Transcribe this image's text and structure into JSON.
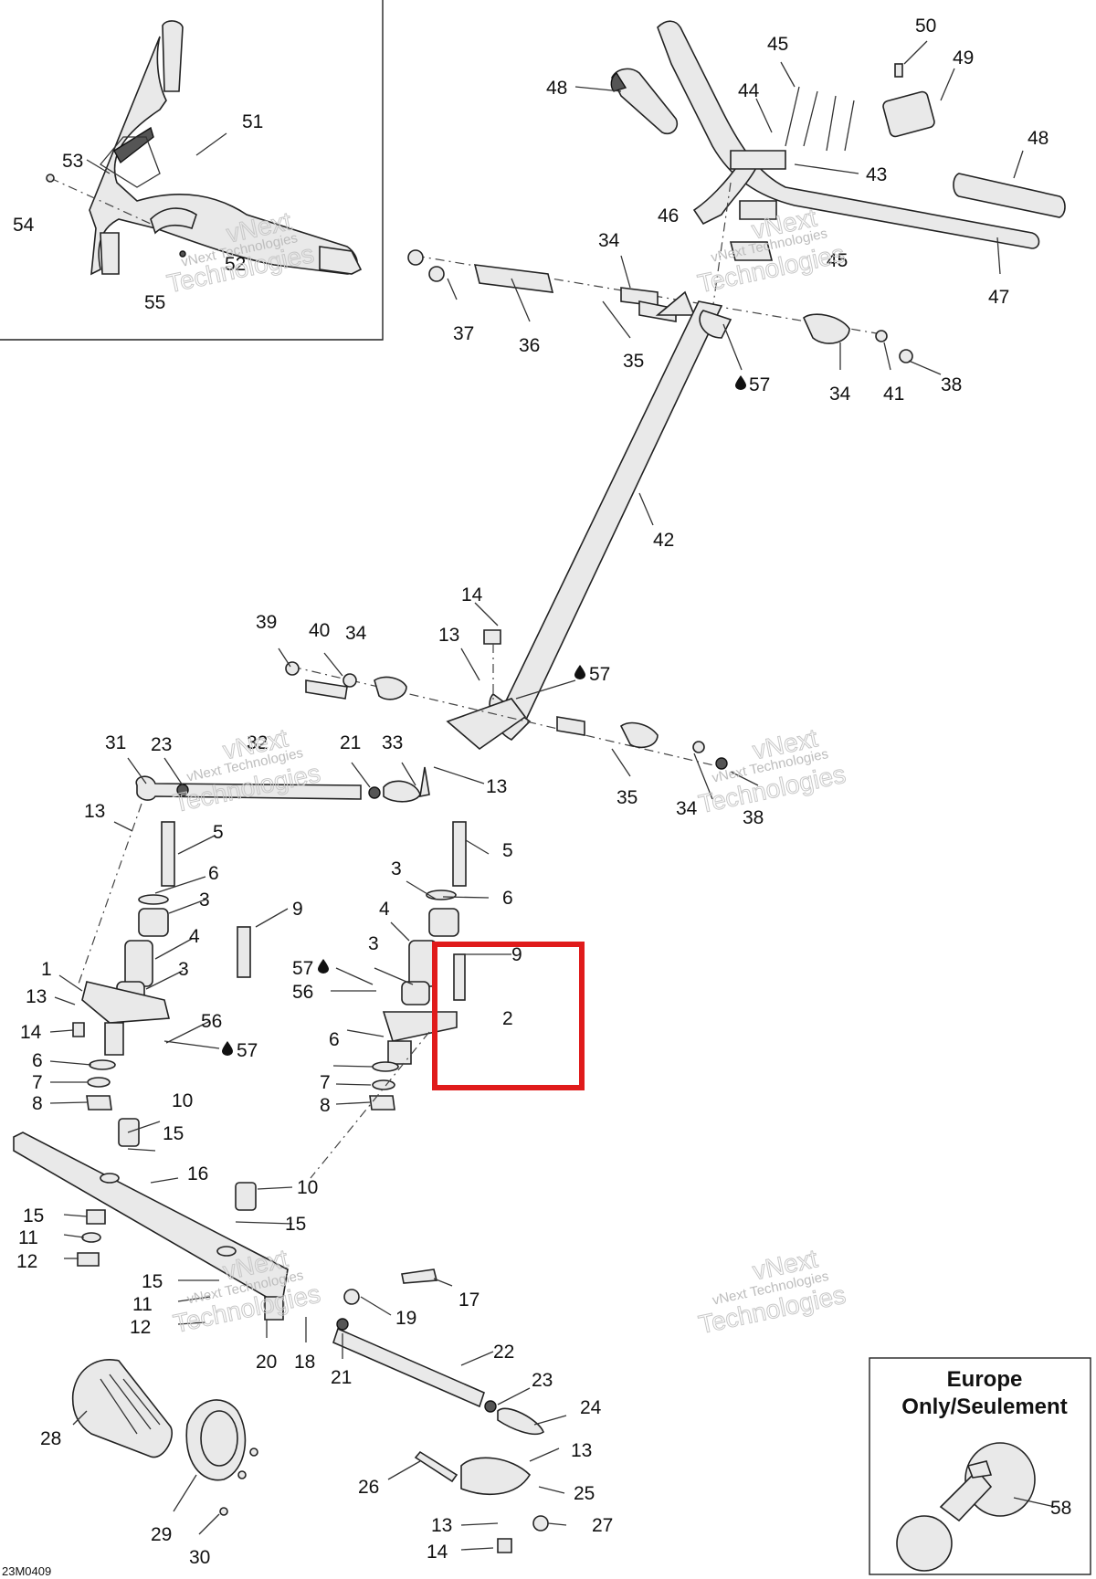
{
  "drawing_ref": "23M0409",
  "inset_europe": {
    "line1": "Europe",
    "line2": "Only/Seulement"
  },
  "watermark": {
    "line1": "vNext",
    "line2": "Technologies",
    "small": "vNext Technologies"
  },
  "accent_color": "#e01b1b",
  "callouts": [
    {
      "id": "c51",
      "text": "51"
    },
    {
      "id": "c53",
      "text": "53"
    },
    {
      "id": "c54",
      "text": "54"
    },
    {
      "id": "c52",
      "text": "52"
    },
    {
      "id": "c55",
      "text": "55"
    },
    {
      "id": "c48a",
      "text": "48"
    },
    {
      "id": "c45a",
      "text": "45"
    },
    {
      "id": "c44",
      "text": "44"
    },
    {
      "id": "c50",
      "text": "50"
    },
    {
      "id": "c49",
      "text": "49"
    },
    {
      "id": "c48b",
      "text": "48"
    },
    {
      "id": "c43",
      "text": "43"
    },
    {
      "id": "c46",
      "text": "46"
    },
    {
      "id": "c45b",
      "text": "45"
    },
    {
      "id": "c47",
      "text": "47"
    },
    {
      "id": "c34a",
      "text": "34"
    },
    {
      "id": "c37",
      "text": "37"
    },
    {
      "id": "c36",
      "text": "36"
    },
    {
      "id": "c35a",
      "text": "35"
    },
    {
      "id": "c57a",
      "text": "57"
    },
    {
      "id": "c34b",
      "text": "34"
    },
    {
      "id": "c41",
      "text": "41"
    },
    {
      "id": "c38a",
      "text": "38"
    },
    {
      "id": "c42",
      "text": "42"
    },
    {
      "id": "c14a",
      "text": "14"
    },
    {
      "id": "c39",
      "text": "39"
    },
    {
      "id": "c40",
      "text": "40"
    },
    {
      "id": "c34c",
      "text": "34"
    },
    {
      "id": "c13a",
      "text": "13"
    },
    {
      "id": "c57b",
      "text": "57"
    },
    {
      "id": "c31",
      "text": "31"
    },
    {
      "id": "c23a",
      "text": "23"
    },
    {
      "id": "c32",
      "text": "32"
    },
    {
      "id": "c21a",
      "text": "21"
    },
    {
      "id": "c33",
      "text": "33"
    },
    {
      "id": "c13b",
      "text": "13"
    },
    {
      "id": "c35b",
      "text": "35"
    },
    {
      "id": "c34d",
      "text": "34"
    },
    {
      "id": "c38b",
      "text": "38"
    },
    {
      "id": "c13c",
      "text": "13"
    },
    {
      "id": "c5a",
      "text": "5"
    },
    {
      "id": "c6a",
      "text": "6"
    },
    {
      "id": "c3a",
      "text": "3"
    },
    {
      "id": "c4a",
      "text": "4"
    },
    {
      "id": "c3b",
      "text": "3"
    },
    {
      "id": "c9a",
      "text": "9"
    },
    {
      "id": "c1",
      "text": "1"
    },
    {
      "id": "c13d",
      "text": "13"
    },
    {
      "id": "c14b",
      "text": "14"
    },
    {
      "id": "c6b",
      "text": "6"
    },
    {
      "id": "c7a",
      "text": "7"
    },
    {
      "id": "c8a",
      "text": "8"
    },
    {
      "id": "c56a",
      "text": "56"
    },
    {
      "id": "c57c",
      "text": "57"
    },
    {
      "id": "c3c",
      "text": "3"
    },
    {
      "id": "c5b",
      "text": "5"
    },
    {
      "id": "c6c",
      "text": "6"
    },
    {
      "id": "c4b",
      "text": "4"
    },
    {
      "id": "c3d",
      "text": "3"
    },
    {
      "id": "c9b",
      "text": "9"
    },
    {
      "id": "c57d",
      "text": "57"
    },
    {
      "id": "c56b",
      "text": "56"
    },
    {
      "id": "c2",
      "text": "2"
    },
    {
      "id": "c6d",
      "text": "6"
    },
    {
      "id": "c7b",
      "text": "7"
    },
    {
      "id": "c8b",
      "text": "8"
    },
    {
      "id": "c10a",
      "text": "10"
    },
    {
      "id": "c15a",
      "text": "15"
    },
    {
      "id": "c16",
      "text": "16"
    },
    {
      "id": "c10b",
      "text": "10"
    },
    {
      "id": "c15b",
      "text": "15"
    },
    {
      "id": "c15c",
      "text": "15"
    },
    {
      "id": "c11a",
      "text": "11"
    },
    {
      "id": "c12a",
      "text": "12"
    },
    {
      "id": "c15d",
      "text": "15"
    },
    {
      "id": "c11b",
      "text": "11"
    },
    {
      "id": "c12b",
      "text": "12"
    },
    {
      "id": "c20",
      "text": "20"
    },
    {
      "id": "c18",
      "text": "18"
    },
    {
      "id": "c19",
      "text": "19"
    },
    {
      "id": "c17",
      "text": "17"
    },
    {
      "id": "c21b",
      "text": "21"
    },
    {
      "id": "c22",
      "text": "22"
    },
    {
      "id": "c23b",
      "text": "23"
    },
    {
      "id": "c24",
      "text": "24"
    },
    {
      "id": "c13e",
      "text": "13"
    },
    {
      "id": "c25",
      "text": "25"
    },
    {
      "id": "c26",
      "text": "26"
    },
    {
      "id": "c13f",
      "text": "13"
    },
    {
      "id": "c27",
      "text": "27"
    },
    {
      "id": "c14c",
      "text": "14"
    },
    {
      "id": "c28",
      "text": "28"
    },
    {
      "id": "c29",
      "text": "29"
    },
    {
      "id": "c30",
      "text": "30"
    },
    {
      "id": "c58",
      "text": "58"
    }
  ]
}
